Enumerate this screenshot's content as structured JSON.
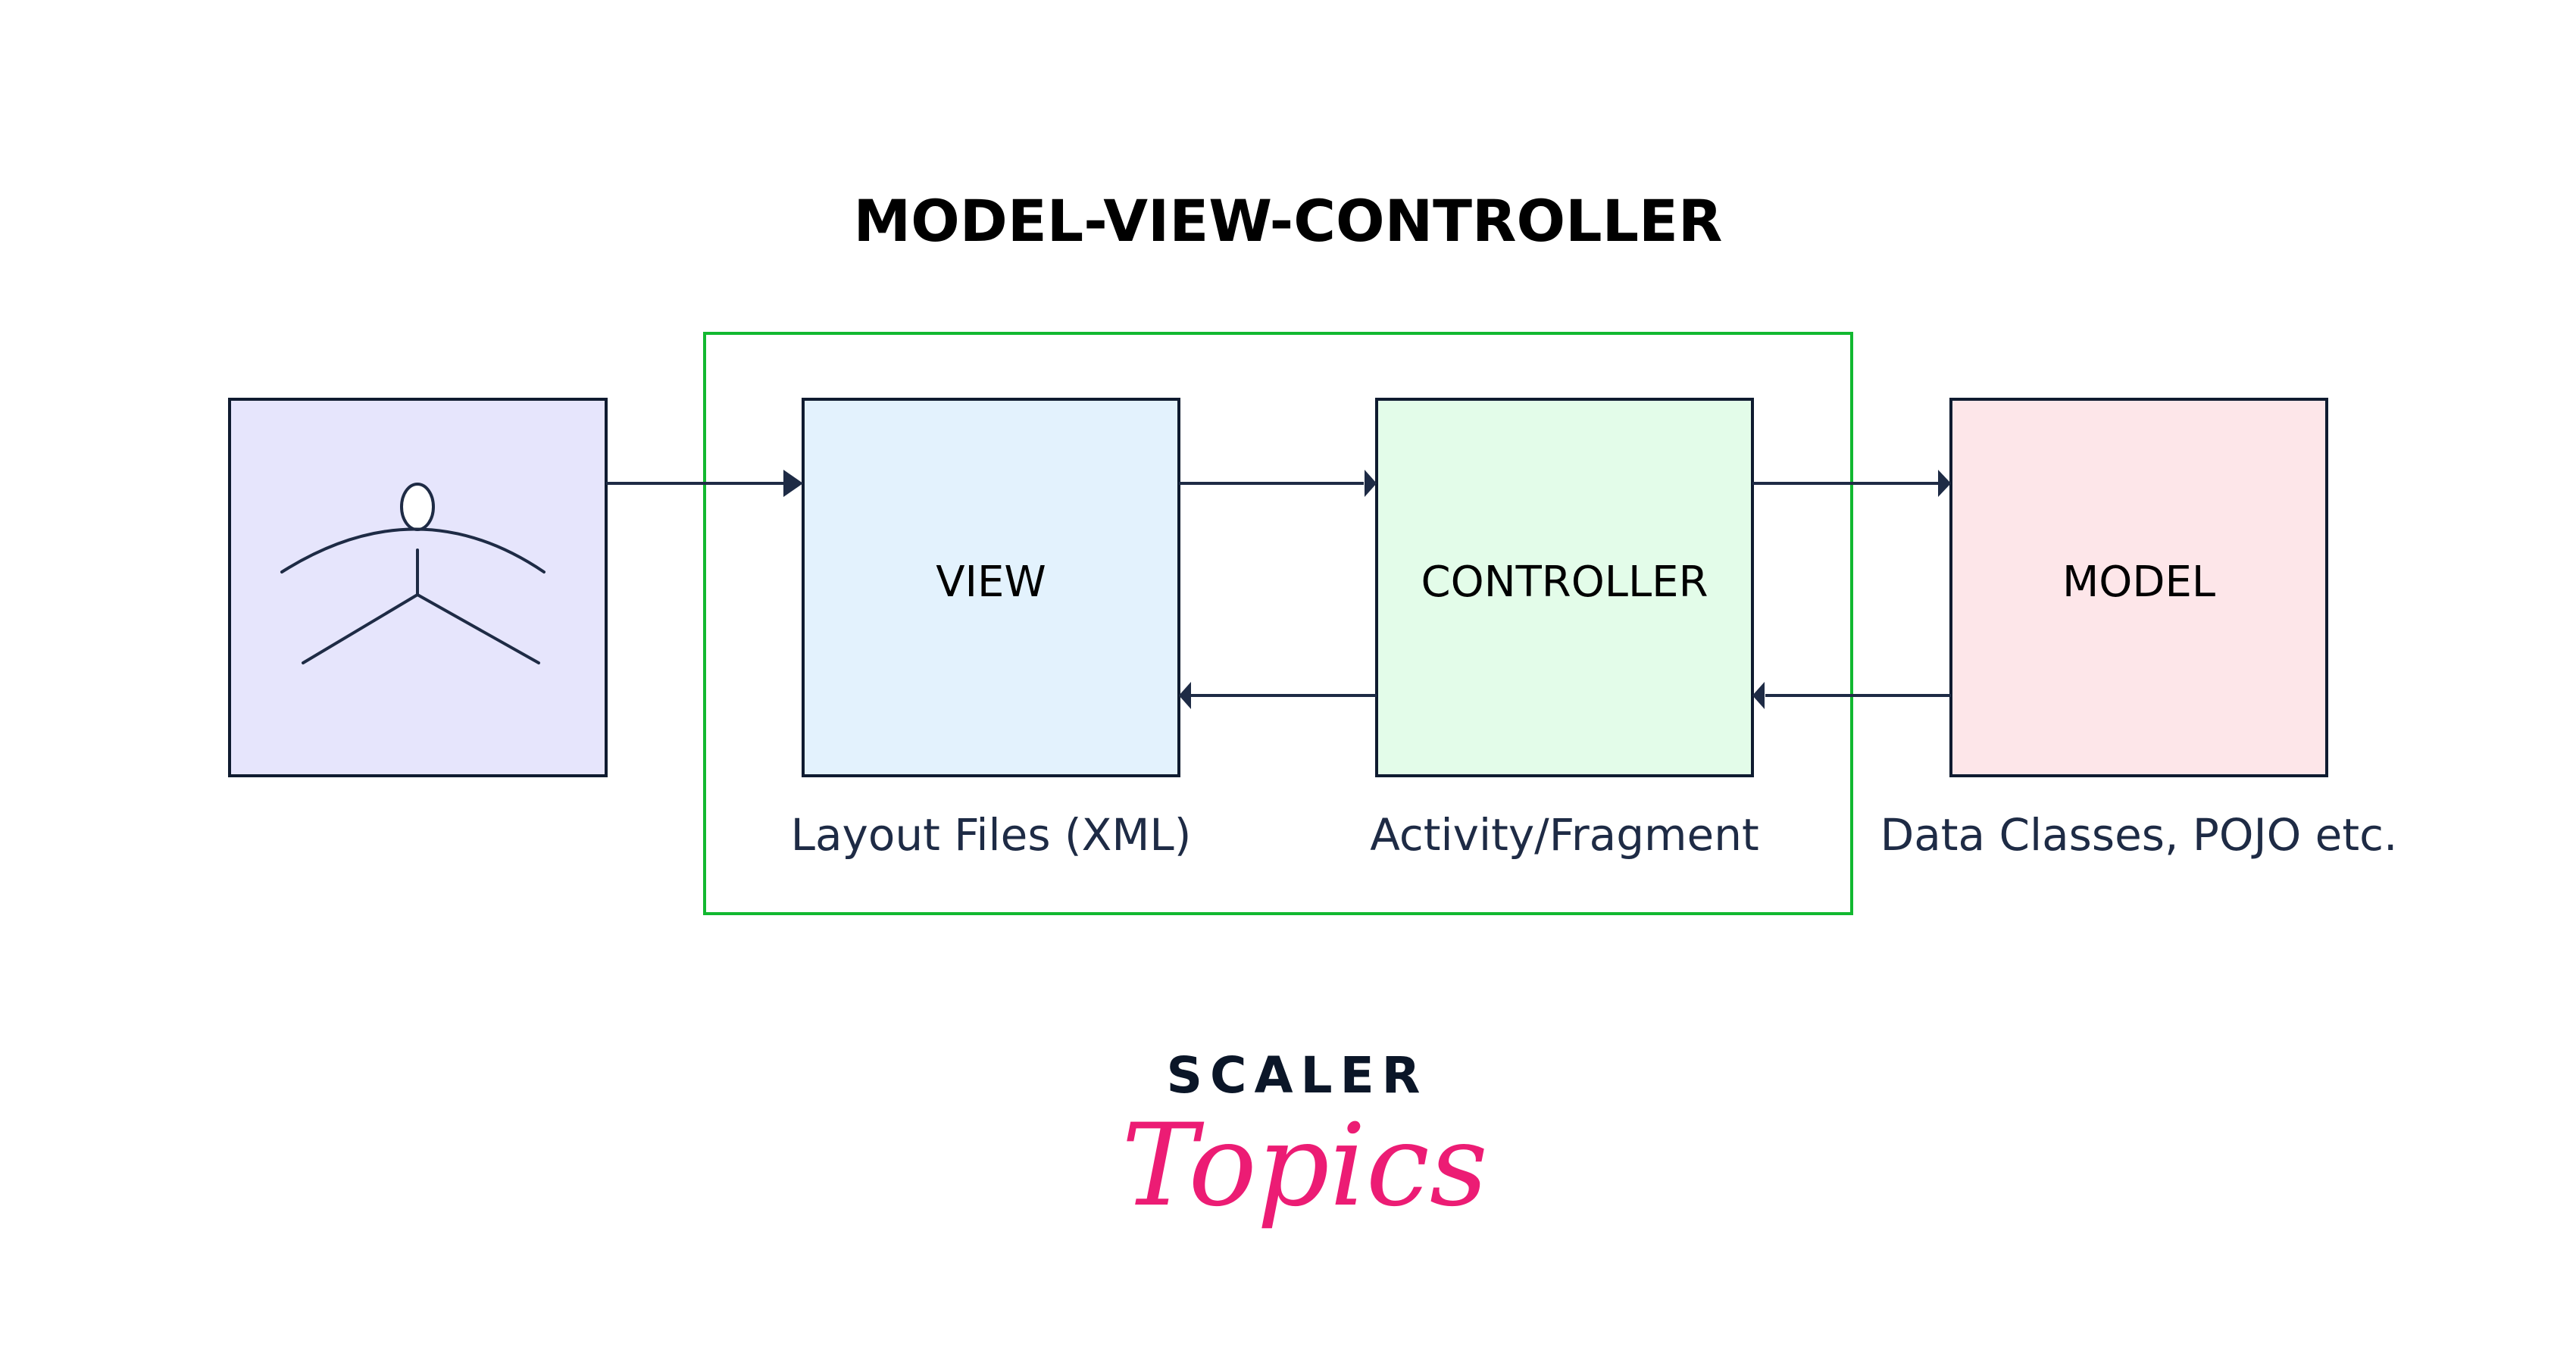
{
  "title": "MODEL-VIEW-CONTROLLER",
  "colors": {
    "stroke": "#0f1b30",
    "arrow": "#1e2b45",
    "frame": "#12b830",
    "actor_fill": "#e6e5fc",
    "view_fill": "#e3f2fd",
    "controller_fill": "#e3fce9",
    "model_fill": "#fde6e9",
    "logo_dark": "#0b1628",
    "logo_pink": "#ec1c74"
  },
  "nodes": {
    "actor": {
      "icon": "user-stick-figure-icon"
    },
    "view": {
      "label": "VIEW",
      "caption": "Layout Files (XML)"
    },
    "controller": {
      "label": "CONTROLLER",
      "caption": "Activity/Fragment"
    },
    "model": {
      "label": "MODEL",
      "caption": "Data Classes, POJO etc."
    }
  },
  "edges": [
    {
      "from": "actor",
      "to": "view"
    },
    {
      "from": "view",
      "to": "controller"
    },
    {
      "from": "controller",
      "to": "model"
    },
    {
      "from": "model",
      "to": "controller"
    },
    {
      "from": "controller",
      "to": "view"
    }
  ],
  "logo": {
    "brand": "SCALER",
    "script": "Topics"
  }
}
